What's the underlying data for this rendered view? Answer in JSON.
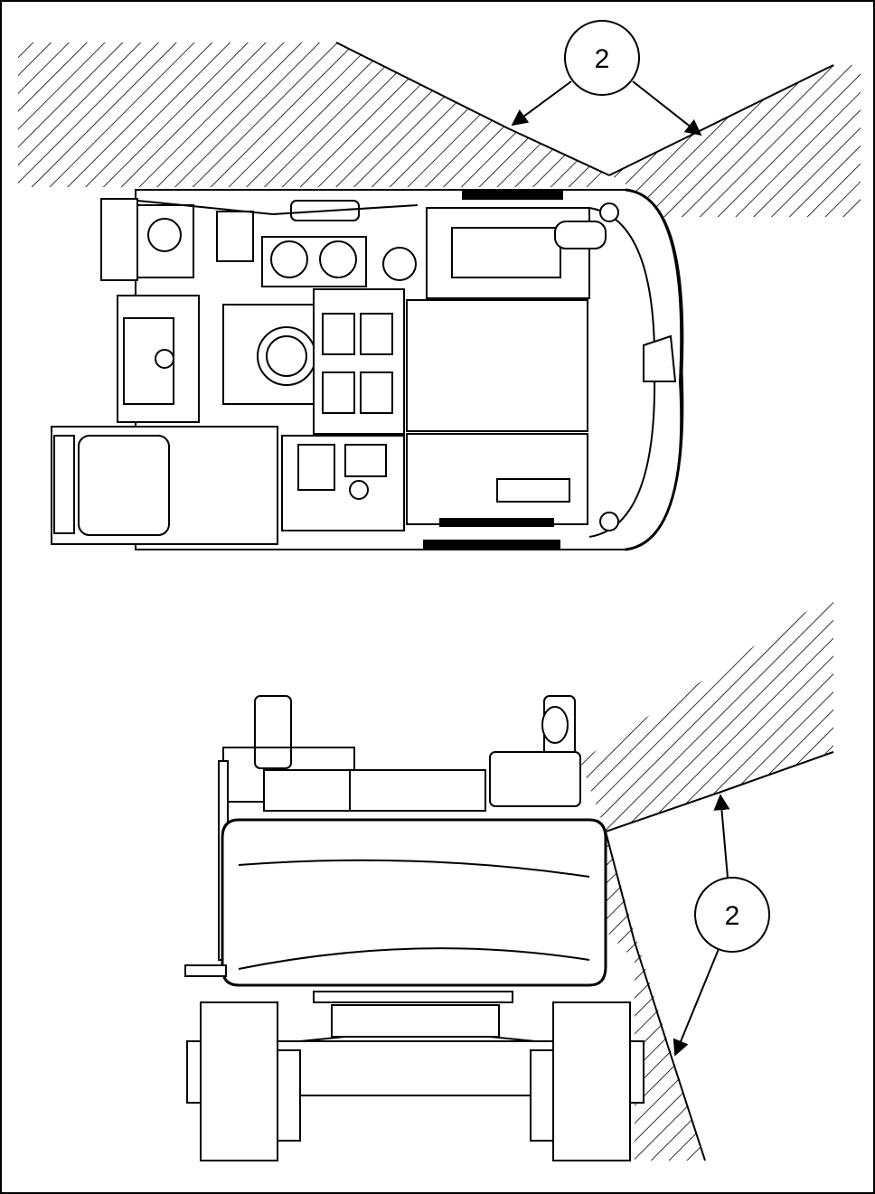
{
  "figure": {
    "callouts": [
      {
        "id": "top",
        "label": "2"
      },
      {
        "id": "bottom",
        "label": "2"
      }
    ],
    "views": [
      "top-view-machine",
      "rear-view-machine"
    ],
    "hatch_regions": [
      "obstruction-top-left",
      "obstruction-top-right",
      "obstruction-bottom-right"
    ],
    "colors": {
      "line": "#000000",
      "background": "#ffffff"
    }
  }
}
